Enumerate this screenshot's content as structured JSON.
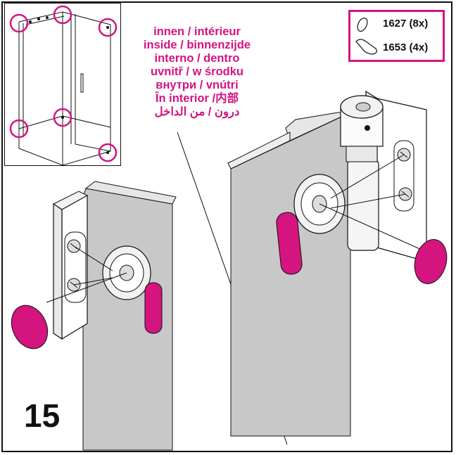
{
  "step_number": "15",
  "location_labels": [
    "innen / intérieur",
    "inside / binnenzijde",
    "interno / dentro",
    "uvnitř / w środku",
    "внутри / vnútri",
    "În interior /内部",
    "درون / من الداخل"
  ],
  "parts": [
    {
      "code": "1627 (8x)",
      "icon": "oval-cap-icon"
    },
    {
      "code": "1653 (4x)",
      "icon": "oblong-cap-icon"
    }
  ],
  "colors": {
    "accent": "#d4147f",
    "glass": "#c8c8c8",
    "line": "#111111"
  }
}
